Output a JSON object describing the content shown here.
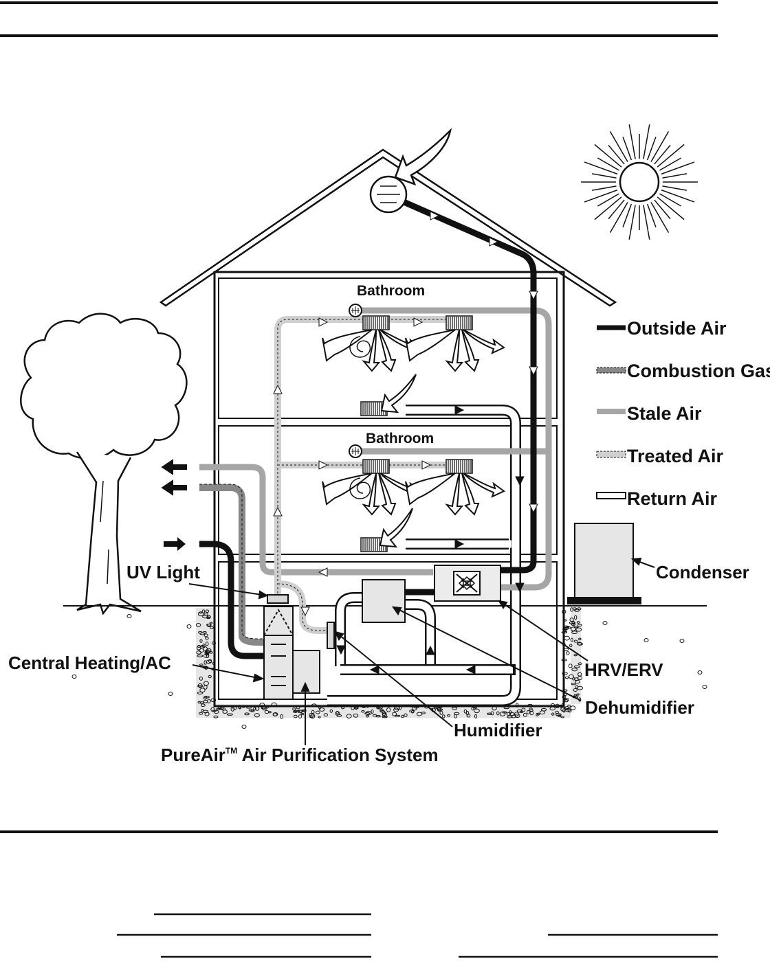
{
  "rooms": {
    "upper_bathroom": "Bathroom",
    "lower_bathroom": "Bathroom"
  },
  "legend": {
    "outside_air": "Outside Air",
    "combustion_gas": "Combustion Gas",
    "stale_air": "Stale Air",
    "treated_air": "Treated Air",
    "return_air": "Return Air"
  },
  "callouts": {
    "uv_light": "UV Light",
    "central_heating": "Central Heating/AC",
    "pureair_main": "PureAir",
    "pureair_tm": "TM",
    "pureair_rest": " Air Purification System",
    "humidifier": "Humidifier",
    "dehumidifier": "Dehumidifier",
    "hrv_erv": "HRV/ERV",
    "condenser": "Condenser"
  },
  "colors": {
    "outside_air": "#111111",
    "combustion_gas": "#888888",
    "stale_air": "#a6a6a6",
    "treated_air": "#cfcfcf",
    "return_air": "#ffffff",
    "outline": "#111111"
  }
}
